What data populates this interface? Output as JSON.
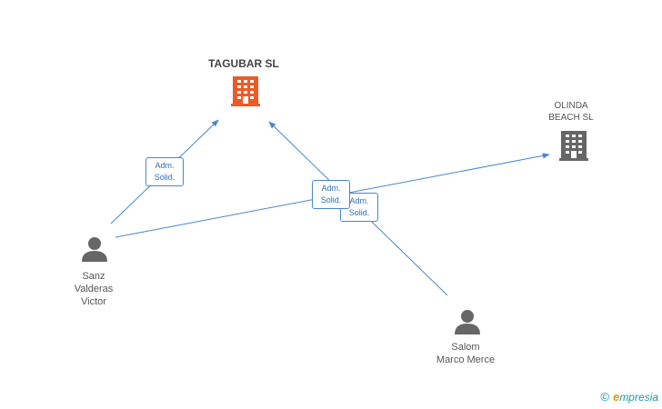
{
  "nodes": {
    "tagubar": {
      "name": "TAGUBAR SL",
      "icon": "building-icon",
      "color": "#ee5a24"
    },
    "olinda": {
      "name_lines": [
        "OLINDA",
        "BEACH  SL"
      ],
      "icon": "building-icon",
      "color": "#666666"
    },
    "sanz": {
      "name_lines": [
        "Sanz",
        "Valderas",
        "Victor"
      ],
      "icon": "person-icon",
      "color": "#666666"
    },
    "salom": {
      "name_lines": [
        "Salom",
        "Marco Merce"
      ],
      "icon": "person-icon",
      "color": "#666666"
    }
  },
  "edges": [
    {
      "from": "sanz",
      "to": "tagubar",
      "label_lines": [
        "Adm.",
        "Solid."
      ]
    },
    {
      "from": "salom",
      "to": "tagubar",
      "label_lines": [
        "Adm.",
        "Solid."
      ]
    },
    {
      "from": "sanz",
      "to": "olinda",
      "label_lines": [
        "Adm.",
        "Solid."
      ]
    }
  ],
  "colors": {
    "edge": "#4a86c8",
    "accent": "#ee5a24"
  },
  "footer": {
    "copyright": "©",
    "brand_initial": "e",
    "brand_rest": "mpresia"
  }
}
